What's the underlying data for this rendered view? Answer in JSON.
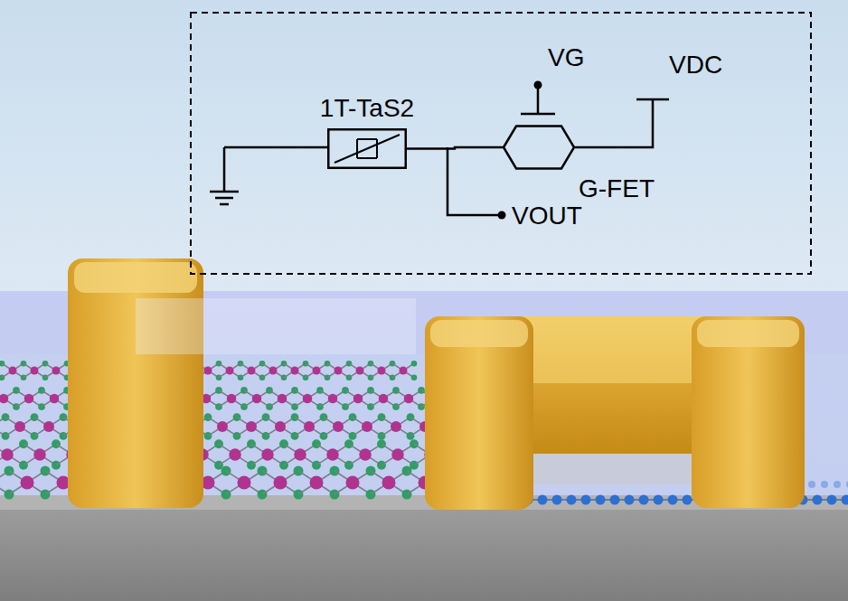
{
  "diagram": {
    "nodes": [
      {
        "text": [
          "1T-TaS2"
        ]
      },
      {
        "text": [
          "G-FET"
        ]
      }
    ],
    "edges": [
      {
        "from": 0,
        "to": 1,
        "arrow": "none"
      }
    ],
    "labels": [
      "VG",
      "VDC",
      "VOUT"
    ]
  }
}
